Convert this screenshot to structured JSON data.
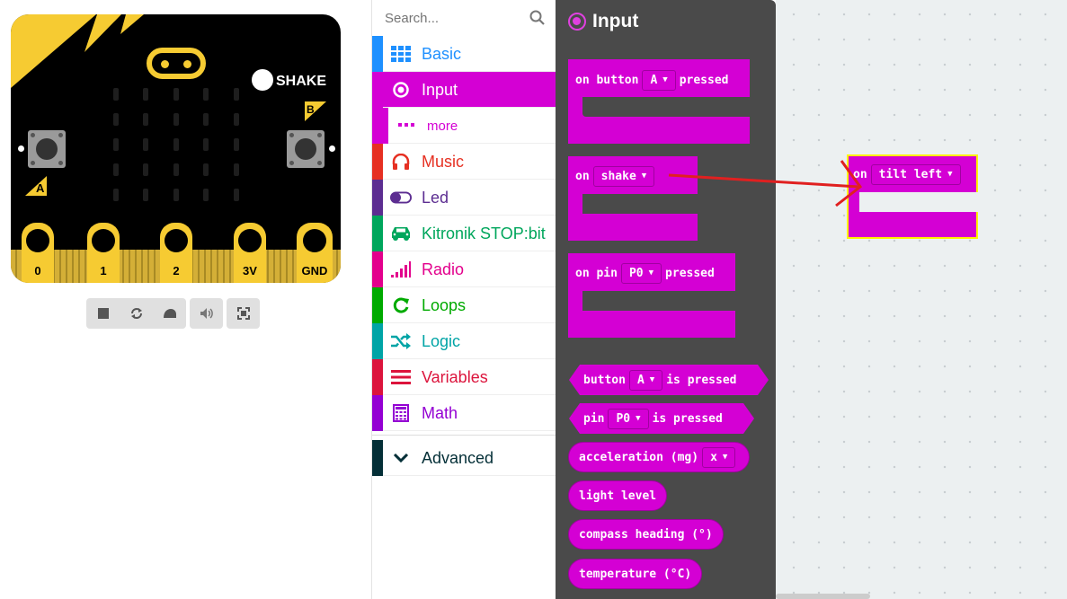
{
  "simulator": {
    "shake_label": "SHAKE",
    "button_a": "A",
    "button_b": "B",
    "pins": [
      "0",
      "1",
      "2",
      "3V",
      "GND"
    ],
    "toolbar": [
      "stop-icon",
      "restart-icon",
      "slowmo-icon",
      "mute-icon",
      "fullscreen-icon"
    ]
  },
  "toolbox": {
    "search_placeholder": "Search...",
    "categories": [
      {
        "label": "Basic",
        "color": "#1e90ff",
        "icon": "grid-icon"
      },
      {
        "label": "Input",
        "color": "#d400d4",
        "icon": "target-icon",
        "selected": true
      },
      {
        "label": "more",
        "color": "#d400d4",
        "icon": "dots-icon"
      },
      {
        "label": "Music",
        "color": "#e63022",
        "icon": "headphones-icon"
      },
      {
        "label": "Led",
        "color": "#5c2d91",
        "icon": "toggle-icon"
      },
      {
        "label": "Kitronik STOP:bit",
        "color": "#00a65c",
        "icon": "car-icon"
      },
      {
        "label": "Radio",
        "color": "#e3008c",
        "icon": "signal-icon"
      },
      {
        "label": "Loops",
        "color": "#00aa00",
        "icon": "refresh-icon"
      },
      {
        "label": "Logic",
        "color": "#00a4a6",
        "icon": "shuffle-icon"
      },
      {
        "label": "Variables",
        "color": "#dc143c",
        "icon": "list-icon"
      },
      {
        "label": "Math",
        "color": "#9400d3",
        "icon": "calculator-icon"
      }
    ],
    "advanced": {
      "label": "Advanced",
      "color": "#042f37"
    }
  },
  "flyout": {
    "title": "Input",
    "on_button": {
      "pre": "on button",
      "dropdown": "A",
      "post": "pressed"
    },
    "on_shake": {
      "pre": "on",
      "dropdown": "shake"
    },
    "on_pin": {
      "pre": "on pin",
      "dropdown": "P0",
      "post": "pressed"
    },
    "button_pressed": {
      "pre": "button",
      "dropdown": "A",
      "post": "is pressed"
    },
    "pin_pressed": {
      "pre": "pin",
      "dropdown": "P0",
      "post": "is pressed"
    },
    "acceleration": {
      "pre": "acceleration (mg)",
      "dropdown": "x"
    },
    "light_level": "light level",
    "compass": "compass heading (°)",
    "temperature": "temperature (°C)"
  },
  "workspace": {
    "block": {
      "pre": "on",
      "dropdown": "tilt left"
    }
  },
  "colors": {
    "input": "#d400d4",
    "flyout_bg": "#4a4a4a",
    "workspace_bg": "#ecf0f1",
    "annotation_arrow": "#e02020"
  }
}
